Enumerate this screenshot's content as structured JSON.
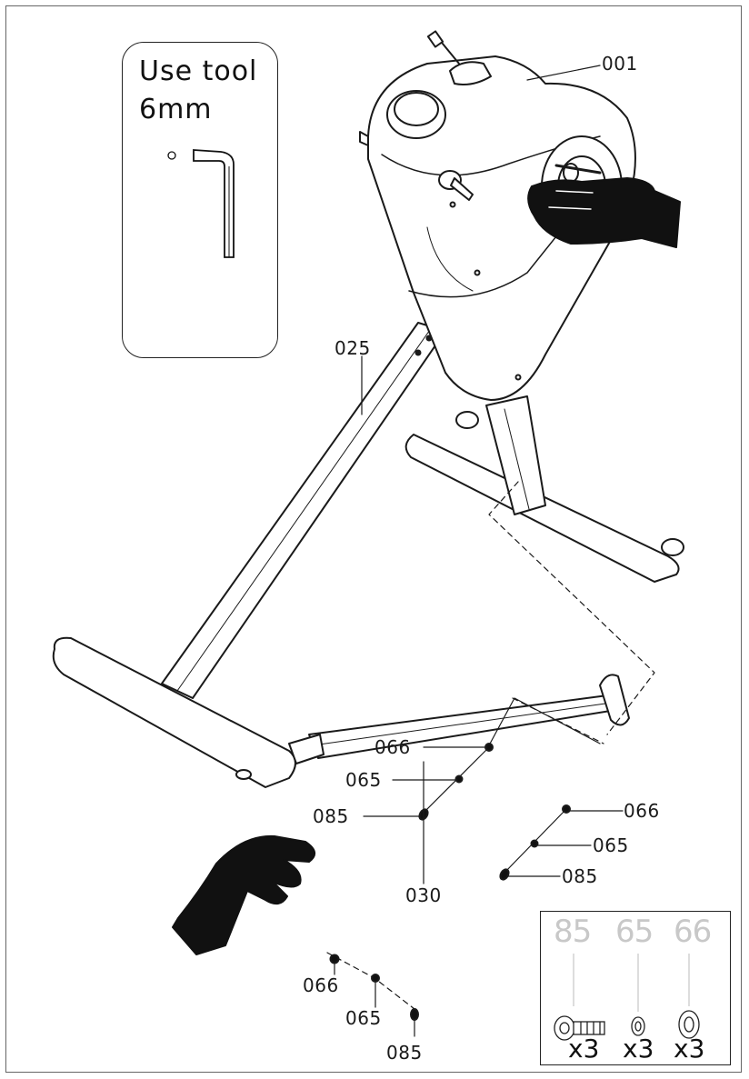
{
  "tool_note": {
    "line1": "Use tool",
    "line2": "6mm"
  },
  "part_labels": {
    "main_frame": "001",
    "rear_stabilizer_tube": "025",
    "front_tube": "030",
    "washer_upper_left": "066",
    "spring_washer_upper_left": "065",
    "bolt_upper_left": "085",
    "washer_right": "066",
    "spring_washer_right": "065",
    "bolt_right": "085",
    "washer_lower": "066",
    "spring_washer_lower": "065",
    "bolt_lower": "085"
  },
  "hardware_box": {
    "items": [
      {
        "number": "85",
        "quantity": "x3",
        "icon": "bolt-icon"
      },
      {
        "number": "65",
        "quantity": "x3",
        "icon": "spring-washer-icon"
      },
      {
        "number": "66",
        "quantity": "x3",
        "icon": "flat-washer-icon"
      }
    ]
  },
  "colors": {
    "line": "#1a1a1a",
    "fill": "#ffffff",
    "hand": "#111111",
    "faded_number": "#c8c8c8"
  }
}
